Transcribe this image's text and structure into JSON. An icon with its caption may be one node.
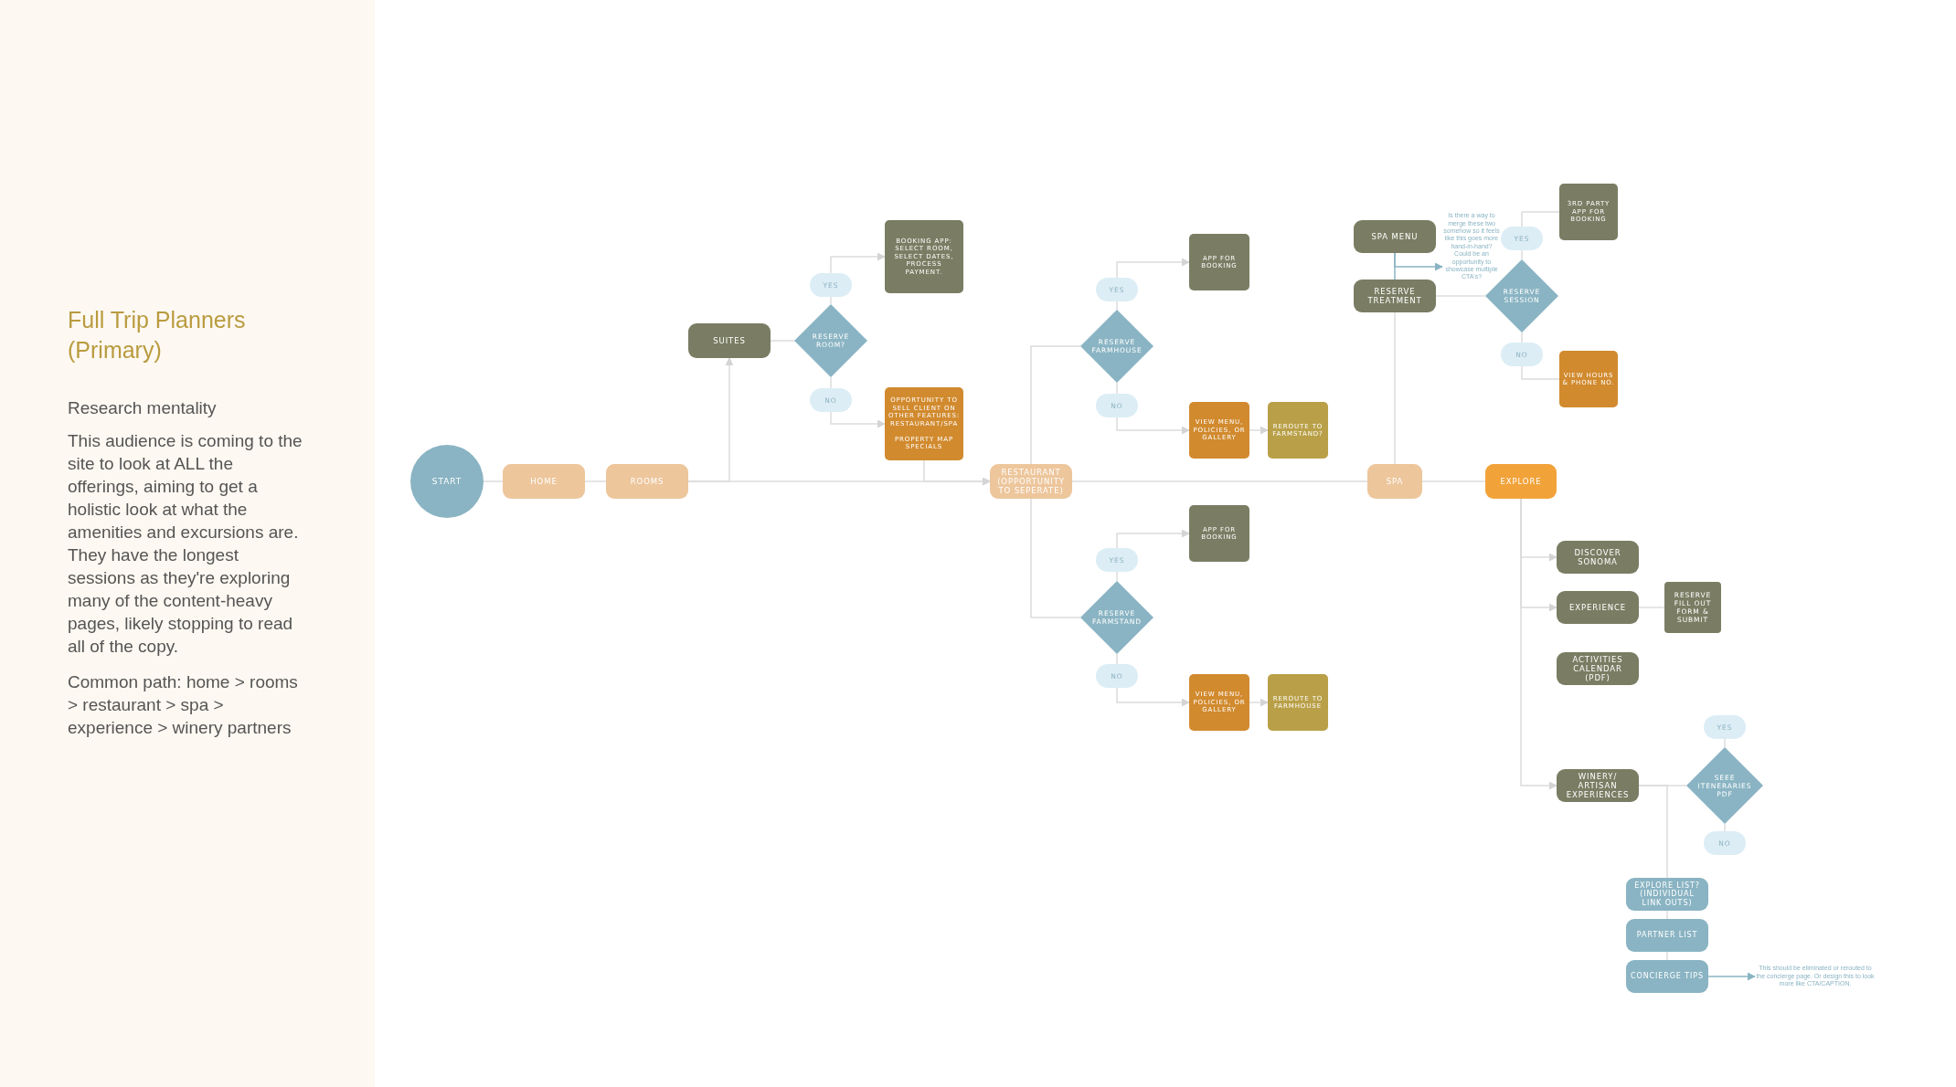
{
  "diagram": {
    "title": "Full Trip Planners (Primary)",
    "nodes": [
      {
        "text": [
          "START"
        ]
      },
      {
        "text": [
          "HOME"
        ]
      },
      {
        "text": [
          "ROOMS"
        ]
      },
      {
        "text": [
          "SUITES"
        ]
      },
      {
        "text": [
          "RESERVE ROOM?"
        ]
      },
      {
        "text": [
          "YES"
        ]
      },
      {
        "text": [
          "BOOKING APP: SELECT ROOM, SELECT DATES, PROCESS PAYMENT."
        ]
      },
      {
        "text": [
          "NO"
        ]
      },
      {
        "text": [
          "OPPORTUNITY TO SELL CLIENT ON OTHER FEATURES: RESTAURANT/SPA",
          "PROPERTY MAP SPECIALS"
        ]
      },
      {
        "text": [
          "RESTAURANT (OPPORTUNITY TO SEPERATE)"
        ]
      },
      {
        "text": [
          "RESERVE FARMHOUSE"
        ]
      },
      {
        "text": [
          "YES"
        ]
      },
      {
        "text": [
          "APP FOR BOOKING"
        ]
      },
      {
        "text": [
          "NO"
        ]
      },
      {
        "text": [
          "VIEW MENU, POLICIES, OR GALLERY"
        ]
      },
      {
        "text": [
          "REROUTE TO FARMSTAND?"
        ]
      },
      {
        "text": [
          "RESERVE FARMSTAND"
        ]
      },
      {
        "text": [
          "YES"
        ]
      },
      {
        "text": [
          "APP FOR BOOKING"
        ]
      },
      {
        "text": [
          "NO"
        ]
      },
      {
        "text": [
          "VIEW MENU, POLICIES, OR GALLERY"
        ]
      },
      {
        "text": [
          "REROUTE TO FARMHOUSE"
        ]
      },
      {
        "text": [
          "SPA"
        ]
      },
      {
        "text": [
          "SPA MENU"
        ]
      },
      {
        "text": [
          "RESERVE TREATMENT"
        ]
      },
      {
        "text": [
          "RESERVE SESSION"
        ]
      },
      {
        "text": [
          "YES"
        ]
      },
      {
        "text": [
          "3RD PARTY APP FOR BOOKING"
        ]
      },
      {
        "text": [
          "NO"
        ]
      },
      {
        "text": [
          "VIEW HOURS & PHONE NO."
        ]
      },
      {
        "text": [
          "EXPLORE"
        ]
      },
      {
        "text": [
          "DISCOVER SONOMA"
        ]
      },
      {
        "text": [
          "EXPERIENCE"
        ]
      },
      {
        "text": [
          "RESERVE FILL OUT FORM & SUBMIT"
        ]
      },
      {
        "text": [
          "ACTIVITIES CALENDAR (PDF)"
        ]
      },
      {
        "text": [
          "WINERY/ ARTISAN EXPERIENCES"
        ]
      },
      {
        "text": [
          "SEEE ITENERARIES PDF"
        ]
      },
      {
        "text": [
          "YES"
        ]
      },
      {
        "text": [
          "NO"
        ]
      },
      {
        "text": [
          "EXPLORE LIST? (INDIVIDUAL LINK OUTS)"
        ]
      },
      {
        "text": [
          "PARTNER LIST"
        ]
      },
      {
        "text": [
          "CONCIERGE TIPS"
        ]
      },
      {
        "text": [
          "This should be eliminated or rerouted to the concierge page. Or design this to look more like CTA/CAPTION."
        ]
      },
      {
        "text": [
          "Is there a way to merge these two somehow so it feels like this goes more hand-in-hand? Could be an opportunity to showcase multiple CTA's?"
        ]
      }
    ],
    "edges": [
      {
        "from": 0,
        "to": 1,
        "arrow": "none"
      },
      {
        "from": 1,
        "to": 2,
        "arrow": "none"
      },
      {
        "from": 2,
        "to": 9,
        "arrow": "to"
      },
      {
        "from": 2,
        "to": 3,
        "arrow": "to"
      },
      {
        "from": 3,
        "to": 4,
        "arrow": "none"
      },
      {
        "from": 4,
        "to": 5,
        "arrow": "none"
      },
      {
        "from": 5,
        "to": 6,
        "arrow": "to"
      },
      {
        "from": 4,
        "to": 7,
        "arrow": "none"
      },
      {
        "from": 7,
        "to": 8,
        "arrow": "to"
      },
      {
        "from": 8,
        "to": 9,
        "arrow": "to"
      },
      {
        "from": 9,
        "to": 10,
        "arrow": "none"
      },
      {
        "from": 10,
        "to": 11,
        "arrow": "none"
      },
      {
        "from": 11,
        "to": 12,
        "arrow": "to"
      },
      {
        "from": 10,
        "to": 13,
        "arrow": "none"
      },
      {
        "from": 13,
        "to": 14,
        "arrow": "to"
      },
      {
        "from": 14,
        "to": 15,
        "arrow": "to"
      },
      {
        "from": 9,
        "to": 16,
        "arrow": "none"
      },
      {
        "from": 16,
        "to": 17,
        "arrow": "none"
      },
      {
        "from": 17,
        "to": 18,
        "arrow": "to"
      },
      {
        "from": 16,
        "to": 19,
        "arrow": "none"
      },
      {
        "from": 19,
        "to": 20,
        "arrow": "to"
      },
      {
        "from": 20,
        "to": 21,
        "arrow": "to"
      },
      {
        "from": 9,
        "to": 22,
        "arrow": "none"
      },
      {
        "from": 22,
        "to": 24,
        "arrow": "none"
      },
      {
        "from": 23,
        "to": 24,
        "arrow": "none",
        "color": "#8ab4c3"
      },
      {
        "from": 23,
        "to": 43,
        "arrow": "to",
        "color": "#8ab4c3"
      },
      {
        "from": 24,
        "to": 25,
        "arrow": "none"
      },
      {
        "from": 25,
        "to": 26,
        "arrow": "none"
      },
      {
        "from": 26,
        "to": 27,
        "arrow": "none"
      },
      {
        "from": 25,
        "to": 28,
        "arrow": "none"
      },
      {
        "from": 28,
        "to": 29,
        "arrow": "none"
      },
      {
        "from": 22,
        "to": 30,
        "arrow": "none"
      },
      {
        "from": 30,
        "to": 31,
        "arrow": "to"
      },
      {
        "from": 30,
        "to": 32,
        "arrow": "to"
      },
      {
        "from": 30,
        "to": 35,
        "arrow": "to"
      },
      {
        "from": 32,
        "to": 33,
        "arrow": "none"
      },
      {
        "from": 35,
        "to": 36,
        "arrow": "none"
      },
      {
        "from": 36,
        "to": 37,
        "arrow": "none"
      },
      {
        "from": 36,
        "to": 38,
        "arrow": "none"
      },
      {
        "from": 35,
        "to": 39,
        "arrow": "none"
      },
      {
        "from": 39,
        "to": 40,
        "arrow": "none"
      },
      {
        "from": 40,
        "to": 41,
        "arrow": "none"
      },
      {
        "from": 41,
        "to": 42,
        "arrow": "to",
        "color": "#8ab4c3"
      }
    ],
    "labels": [
      "Research mentality",
      "This audience is coming to the site to look at ALL the offerings, aiming to get a holistic look at what the amenities and excursions are. They have the longest sessions as they're exploring many of the content-heavy pages, likely stopping to read all of the copy.",
      "Common path: home > rooms > restaurant > spa > experience > winery partners"
    ]
  }
}
